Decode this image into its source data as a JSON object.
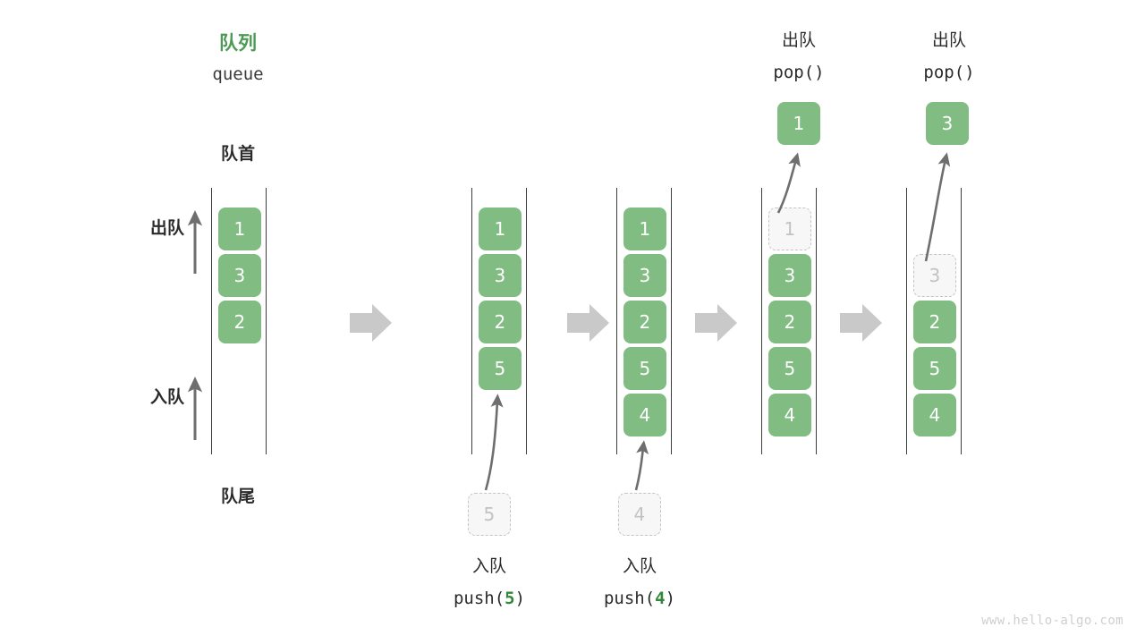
{
  "diagram": {
    "title_cn": "队列",
    "title_en": "queue",
    "front_label": "队首",
    "rear_label": "队尾",
    "dequeue_label": "出队",
    "enqueue_label": "入队",
    "accent_color": "#4c9a53",
    "cell_color": "#81bd82",
    "ghost_color": "#f7f7f7",
    "arrow_color": "#c9c9c9",
    "rail_color": "#3c3c3c"
  },
  "steps": [
    {
      "id": "step-initial",
      "cells": [
        {
          "value": "1",
          "state": "filled"
        },
        {
          "value": "3",
          "state": "filled"
        },
        {
          "value": "2",
          "state": "filled"
        }
      ],
      "op_cn": "",
      "op_code": "",
      "op_code_arg": "",
      "incoming": null,
      "outgoing": null
    },
    {
      "id": "step-push-5",
      "cells": [
        {
          "value": "1",
          "state": "filled"
        },
        {
          "value": "3",
          "state": "filled"
        },
        {
          "value": "2",
          "state": "filled"
        },
        {
          "value": "5",
          "state": "filled"
        }
      ],
      "op_cn": "入队",
      "op_code_prefix": "push(",
      "op_code_arg": "5",
      "op_code_suffix": ")",
      "incoming": {
        "value": "5"
      },
      "outgoing": null
    },
    {
      "id": "step-push-4",
      "cells": [
        {
          "value": "1",
          "state": "filled"
        },
        {
          "value": "3",
          "state": "filled"
        },
        {
          "value": "2",
          "state": "filled"
        },
        {
          "value": "5",
          "state": "filled"
        },
        {
          "value": "4",
          "state": "filled"
        }
      ],
      "op_cn": "入队",
      "op_code_prefix": "push(",
      "op_code_arg": "4",
      "op_code_suffix": ")",
      "incoming": {
        "value": "4"
      },
      "outgoing": null
    },
    {
      "id": "step-pop-1",
      "cells": [
        {
          "value": "1",
          "state": "ghost"
        },
        {
          "value": "3",
          "state": "filled"
        },
        {
          "value": "2",
          "state": "filled"
        },
        {
          "value": "5",
          "state": "filled"
        },
        {
          "value": "4",
          "state": "filled"
        }
      ],
      "op_cn": "出队",
      "op_code_prefix": "pop(",
      "op_code_arg": "",
      "op_code_suffix": ")",
      "incoming": null,
      "outgoing": {
        "value": "1"
      }
    },
    {
      "id": "step-pop-3",
      "cells": [
        {
          "value": "3",
          "state": "ghost"
        },
        {
          "value": "2",
          "state": "filled"
        },
        {
          "value": "5",
          "state": "filled"
        },
        {
          "value": "4",
          "state": "filled"
        }
      ],
      "op_cn": "出队",
      "op_code_prefix": "pop(",
      "op_code_arg": "",
      "op_code_suffix": ")",
      "incoming": null,
      "outgoing": {
        "value": "3"
      }
    }
  ],
  "watermark": "www.hello-algo.com"
}
